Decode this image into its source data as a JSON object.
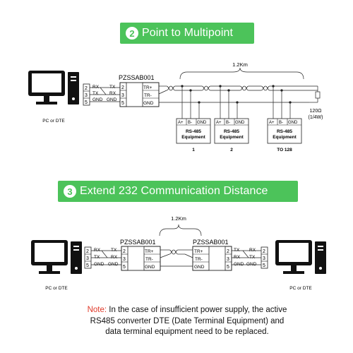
{
  "section1": {
    "number": "2",
    "title": "Point to Multipoint",
    "pc_label": "PC or DTE",
    "converter": "PZSSAB001",
    "distance": "1.2Km",
    "pc_pins": [
      "2",
      "3",
      "5"
    ],
    "pc_signals": [
      "RX",
      "TX",
      "GND"
    ],
    "conv_pins": [
      "2",
      "3",
      "5"
    ],
    "conv_signals": [
      "TX",
      "RX",
      "GND"
    ],
    "bus_terms": [
      "TR+",
      "TR-",
      "GND"
    ],
    "resistor": [
      "120Ω",
      "(1/4W)"
    ],
    "dev_terms": [
      "A+",
      "B-",
      "GND"
    ],
    "dev_name": [
      "RS-485",
      "Equipment"
    ],
    "dev_nums": [
      "1",
      "2",
      "TO 128"
    ]
  },
  "section2": {
    "number": "3",
    "title": "Extend 232 Communication Distance",
    "left_pc_label": "PC or DTE",
    "right_pc_label": "PC or DTE",
    "conv_left": "PZSSAB001",
    "conv_right": "PZSSAB001",
    "distance": "1.2Km",
    "pc_pins": [
      "2",
      "3",
      "5"
    ],
    "pc_signals": [
      "RX",
      "TX",
      "GND"
    ],
    "conv_pins": [
      "2",
      "3",
      "5"
    ],
    "conv_signals": [
      "TX",
      "RX",
      "GND"
    ],
    "bus_terms": [
      "TR+",
      "TR-",
      "GND"
    ]
  },
  "note": {
    "label": "Note:",
    "text": " In the case of insufficient power supply, the active RS485 converter DTE (Date Terminal Equipment) and data terminal equipment need to be replaced."
  },
  "colors": {
    "banner": "#4cc35a",
    "note_label": "#e03a2a"
  }
}
